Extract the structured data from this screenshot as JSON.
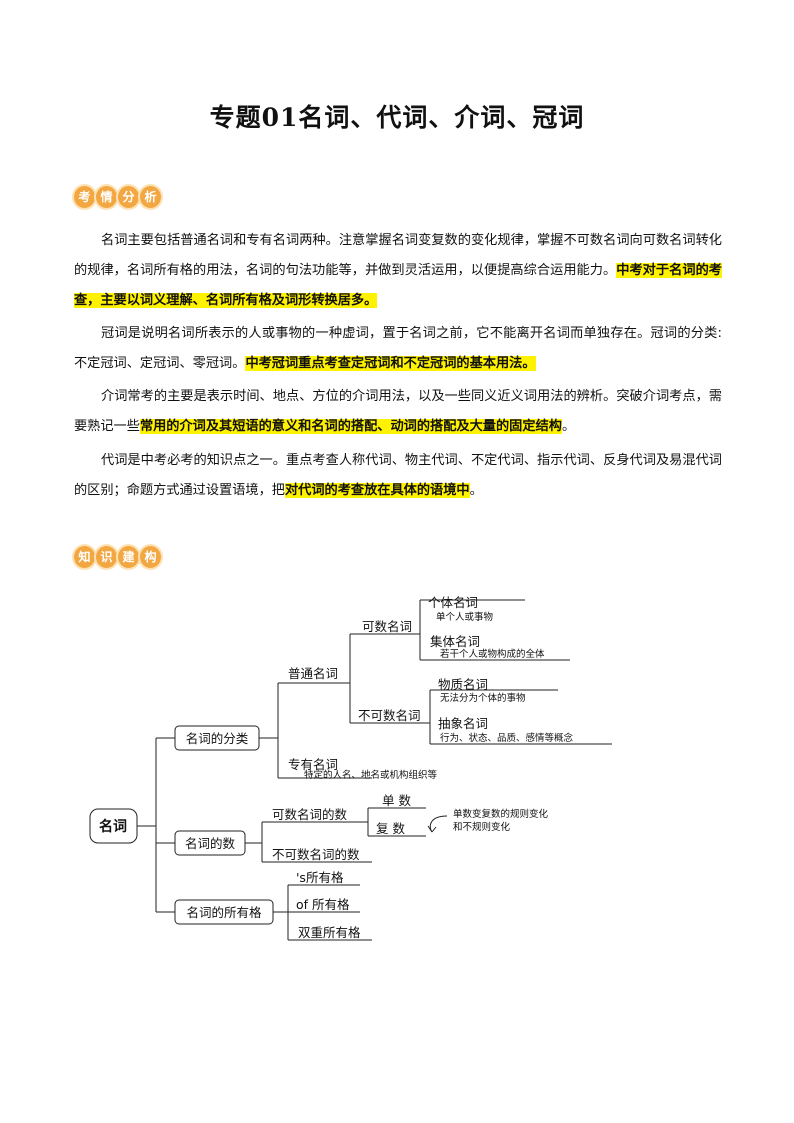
{
  "title": "专题01名词、代词、介词、冠词",
  "sections": {
    "analysis_badge": [
      "考",
      "情",
      "分",
      "析"
    ],
    "structure_badge": [
      "知",
      "识",
      "建",
      "构"
    ]
  },
  "paragraphs": {
    "p1_text": "名词主要包括普通名词和专有名词两种。注意掌握名词变复数的变化规律，掌握不可数名词向可数名词转化的规律，名词所有格的用法，名词的句法功能等，并做到灵活运用，以便提高综合运用能力。",
    "p1_highlight": "中考对于名词的考查，主要以词义理解、名词所有格及词形转换居多。",
    "p2_text": "冠词是说明名词所表示的人或事物的一种虚词，置于名词之前，它不能离开名词而单独存在。冠词的分类:不定冠词、定冠词、零冠词。",
    "p2_highlight": "中考冠词重点考查定冠词和不定冠词的基本用法。",
    "p3_text": "介词常考的主要是表示时间、地点、方位的介词用法，以及一些同义近义词用法的辨析。突破介词考点，需要熟记一些",
    "p3_highlight": "常用的介词及其短语的意义和名词的搭配、动词的搭配及大量的固定结构",
    "p3_end": "。",
    "p4_text": "代词是中考必考的知识点之一。重点考查人称代词、物主代词、不定代词、指示代词、反身代词及易混代词的区别；命题方式通过设置语境，把",
    "p4_highlight": "对代词的考查放在具体的语境中",
    "p4_end": "。"
  },
  "tree": {
    "root": "名词",
    "classification": "名词的分类",
    "common_noun": "普通名词",
    "countable": "可数名词",
    "individual": "个体名词",
    "individual_desc": "单个人或事物",
    "collective": "集体名词",
    "collective_desc": "若干个人或物构成的全体",
    "uncountable": "不可数名词",
    "material": "物质名词",
    "material_desc": "无法分为个体的事物",
    "abstract": "抽象名词",
    "abstract_desc": "行为、状态、品质、感情等概念",
    "proper_noun": "专有名词",
    "proper_desc": "特定的人名、地名或机构组织等",
    "number": "名词的数",
    "countable_number": "可数名词的数",
    "singular": "单 数",
    "plural": "复 数",
    "rule_note_1": "单数变复数的规则变化",
    "rule_note_2": "和不规则变化",
    "uncountable_number": "不可数名词的数",
    "possessive": "名词的所有格",
    "poss_s": "'s所有格",
    "poss_of": "of 所有格",
    "poss_double": "双重所有格"
  }
}
